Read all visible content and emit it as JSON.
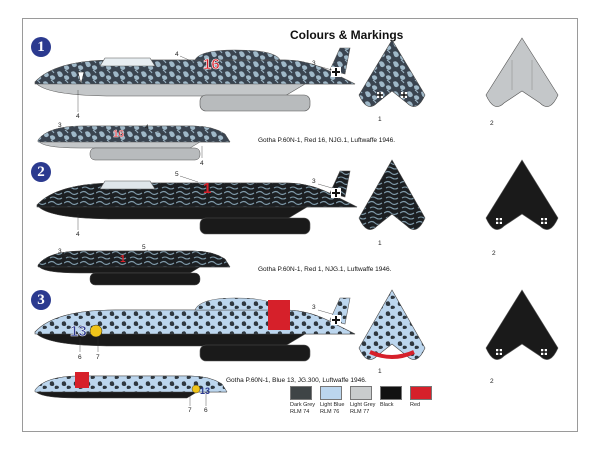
{
  "title": "Colours & Markings",
  "profiles": [
    {
      "number": "1",
      "caption": "Gotha P.60N-1, Red 16, NJG.1, Luftwaffe 1946.",
      "code": "16"
    },
    {
      "number": "2",
      "caption": "Gotha P.60N-1, Red 1, NJG.1, Luftwaffe 1946.",
      "code": "1"
    },
    {
      "number": "3",
      "caption": "Gotha P.60N-1, Blue 13, JG.300, Luftwaffe 1946.",
      "code": "13"
    }
  ],
  "callouts": {
    "one_top": "1",
    "two_top": "2",
    "c3": "3",
    "c4": "4",
    "c5": "5",
    "c6": "6",
    "c7": "7"
  },
  "legend": [
    {
      "label": "Dark Grey RLM 74",
      "color": "#3f4446"
    },
    {
      "label": "Light Blue RLM 76",
      "color": "#bcd6ee"
    },
    {
      "label": "Light Grey RLM 77",
      "color": "#c9cccd"
    },
    {
      "label": "Black",
      "color": "#111111"
    },
    {
      "label": "Red",
      "color": "#d6202a"
    }
  ],
  "colors": {
    "mottle_base": "#3a4450",
    "mottle_light": "#9fb8c8",
    "grey_under": "#c4c7c9",
    "black": "#1a1a1a",
    "red": "#d6202a",
    "badge": "#2b3a8f"
  }
}
